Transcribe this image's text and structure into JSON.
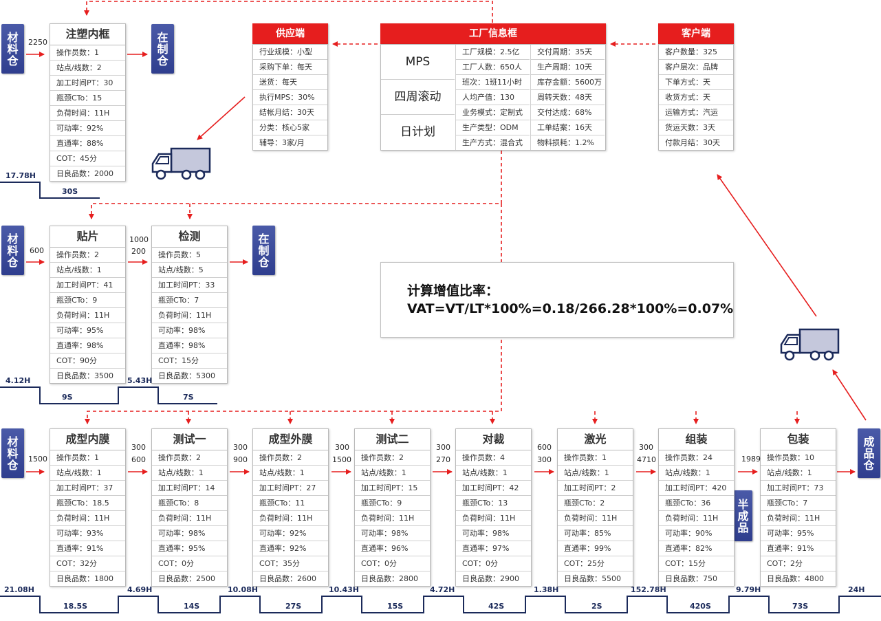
{
  "warehouses": {
    "material": "材料仓",
    "wip": "在制仓",
    "finished": "成品仓",
    "semi": "半成品"
  },
  "supplier": {
    "title": "供应端",
    "rows": [
      "行业规模：小型",
      "采购下单：每天",
      "送货：每天",
      "执行MPS：30%",
      "结帐月结：30天",
      "分类：核心5家",
      "辅导：3家/月"
    ]
  },
  "factory": {
    "title": "工厂信息框",
    "plans": [
      "MPS",
      "四周滚动",
      "日计划"
    ],
    "col1": [
      "工厂规模：2.5亿",
      "工厂人数：650人",
      "班次：1班11小时",
      "人均产值：130",
      "业务模式：定制式",
      "生产类型：ODM",
      "生产方式：混合式"
    ],
    "col2": [
      "交付周期：35天",
      "生产周期：10天",
      "库存金额：5600万",
      "周转天数：48天",
      "交付达成：68%",
      "工单结案：16天",
      "物料损耗：1.2%"
    ]
  },
  "customer": {
    "title": "客户端",
    "rows": [
      "客户数量：325",
      "客户层次：品牌",
      "下单方式：天",
      "收货方式：天",
      "运输方式：汽运",
      "货运天数：3天",
      "付款月结：30天"
    ]
  },
  "vat": {
    "line1": "计算增值比率：",
    "line2": "VAT=VT/LT*100%=0.18/266.28*100%=0.07%"
  },
  "processes": [
    {
      "title": "注塑内框",
      "rows": [
        "操作员数：1",
        "站点/线数：2",
        "加工时间PT：30",
        "瓶颈CTo：15",
        "负荷时间：11H",
        "可动率：92%",
        "直通率：88%",
        "COT：45分",
        "日良品数：2000"
      ]
    },
    {
      "title": "贴片",
      "rows": [
        "操作员数：2",
        "站点/线数：1",
        "加工时间PT：41",
        "瓶颈CTo：9",
        "负荷时间：11H",
        "可动率：95%",
        "直通率：98%",
        "COT：90分",
        "日良品数：3500"
      ]
    },
    {
      "title": "检测",
      "rows": [
        "操作员数：5",
        "站点/线数：5",
        "加工时间PT：33",
        "瓶颈CTo：7",
        "负荷时间：11H",
        "可动率：98%",
        "直通率：98%",
        "COT：15分",
        "日良品数：5300"
      ]
    },
    {
      "title": "成型内膜",
      "rows": [
        "操作员数：1",
        "站点/线数：1",
        "加工时间PT：37",
        "瓶颈CTo：18.5",
        "负荷时间：11H",
        "可动率：93%",
        "直通率：91%",
        "COT：32分",
        "日良品数：1800"
      ]
    },
    {
      "title": "测试一",
      "rows": [
        "操作员数：2",
        "站点/线数：1",
        "加工时间PT：14",
        "瓶颈CTo：8",
        "负荷时间：11H",
        "可动率：98%",
        "直通率：95%",
        "COT：0分",
        "日良品数：2500"
      ]
    },
    {
      "title": "成型外膜",
      "rows": [
        "操作员数：2",
        "站点/线数：1",
        "加工时间PT：27",
        "瓶颈CTo：11",
        "负荷时间：11H",
        "可动率：92%",
        "直通率：92%",
        "COT：35分",
        "日良品数：2600"
      ]
    },
    {
      "title": "测试二",
      "rows": [
        "操作员数：2",
        "站点/线数：1",
        "加工时间PT：15",
        "瓶颈CTo：9",
        "负荷时间：11H",
        "可动率：98%",
        "直通率：96%",
        "COT：0分",
        "日良品数：2800"
      ]
    },
    {
      "title": "对裁",
      "rows": [
        "操作员数：4",
        "站点/线数：1",
        "加工时间PT：42",
        "瓶颈CTo：13",
        "负荷时间：11H",
        "可动率：98%",
        "直通率：97%",
        "COT：0分",
        "日良品数：2900"
      ]
    },
    {
      "title": "激光",
      "rows": [
        "操作员数：1",
        "站点/线数：1",
        "加工时间PT：2",
        "瓶颈CTo：2",
        "负荷时间：11H",
        "可动率：85%",
        "直通率：99%",
        "COT：25分",
        "日良品数：5500"
      ]
    },
    {
      "title": "组装",
      "rows": [
        "操作员数：24",
        "站点/线数：1",
        "加工时间PT：420",
        "瓶颈CTo：36",
        "负荷时间：11H",
        "可动率：90%",
        "直通率：82%",
        "COT：15分",
        "日良品数：750"
      ]
    },
    {
      "title": "包装",
      "rows": [
        "操作员数：10",
        "站点/线数：1",
        "加工时间PT：73",
        "瓶颈CTo：7",
        "负荷时间：11H",
        "可动率：95%",
        "直通率：91%",
        "COT：2分",
        "日良品数：4800"
      ]
    }
  ],
  "inventory": {
    "r1": [
      "2250"
    ],
    "r2": [
      "600",
      "1000",
      "200"
    ],
    "r3": [
      "1500",
      "300",
      "600",
      "300",
      "900",
      "300",
      "1500",
      "300",
      "270",
      "600",
      "300",
      "300",
      "4710",
      "1989"
    ]
  },
  "timeline": {
    "r1": {
      "lt": [
        "17.78H"
      ],
      "vt": [
        "30S"
      ]
    },
    "r2": {
      "lt": [
        "4.12H",
        "5.43H"
      ],
      "vt": [
        "9S",
        "7S"
      ]
    },
    "r3": {
      "lt": [
        "21.08H",
        "4.69H",
        "10.08H",
        "10.43H",
        "4.72H",
        "1.38H",
        "152.78H",
        "9.79H",
        "24H"
      ],
      "vt": [
        "18.5S",
        "14S",
        "27S",
        "15S",
        "42S",
        "2S",
        "420S",
        "73S"
      ]
    }
  }
}
